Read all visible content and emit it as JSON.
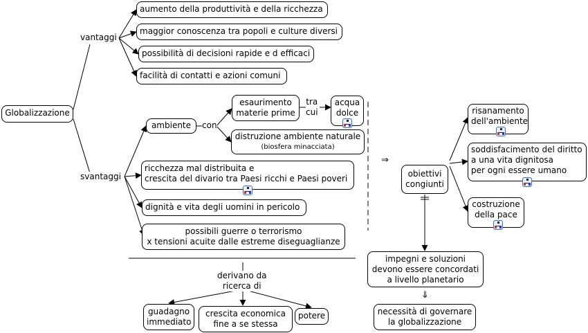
{
  "root": "Globalizzazione",
  "vantaggi": {
    "label": "vantaggi",
    "items": [
      "aumento della produttività e della ricchezza",
      "maggior conoscenza tra popoli e culture diversi",
      "possibilità di decisioni rapide e d efficaci",
      "facilità di contatti e azioni comuni"
    ]
  },
  "svantaggi": {
    "label": "svantaggi",
    "ambiente": "ambiente",
    "con": "con",
    "esaurimento": [
      "esaurimento",
      "materie prime"
    ],
    "tra_cui": [
      "tra",
      "cui"
    ],
    "acqua_dolce": [
      "acqua",
      "dolce"
    ],
    "distruzione": [
      "distruzione ambiente naturale",
      "(biosfera minacciata)"
    ],
    "ricchezza": [
      "ricchezza mal distribuita e",
      "crescita del divario tra Paesi ricchi e Paesi poveri"
    ],
    "dignita": "dignità e vita degli uomini in pericolo",
    "guerre": [
      "possibili guerre o terrorismo",
      "x tensioni acuite dalle estreme diseguaglianze"
    ]
  },
  "derivano": {
    "label": [
      "derivano da",
      "ricerca di"
    ],
    "guadagno": [
      "guadagno",
      "immediato"
    ],
    "crescita": [
      "crescita economica",
      "fine a se stessa"
    ],
    "potere": "potere"
  },
  "obiettivi": {
    "implies": "⇒",
    "label": [
      "obiettivi",
      "congiunti"
    ],
    "risanamento": [
      "risanamento",
      "dell'ambiente"
    ],
    "soddisfacimento": [
      "soddisfacimento del diritto",
      "a una vita dignitosa",
      "per ogni essere umano"
    ],
    "costruzione": [
      "costruzione",
      "della pace"
    ],
    "equals": "=",
    "impegni": [
      "impegni e soluzioni",
      "devono essere concordati",
      "a livello planetario"
    ],
    "down_implies": "⇓",
    "necessita": [
      "necessità di governare",
      "la globalizzazione"
    ]
  },
  "icons": {
    "submap": "cmap-submap-icon"
  }
}
